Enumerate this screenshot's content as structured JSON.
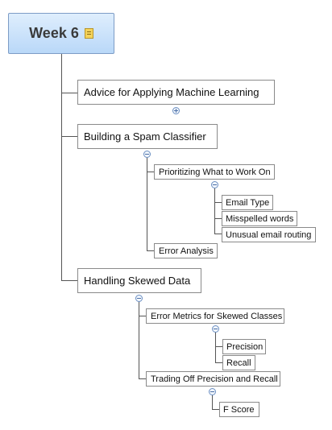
{
  "root": {
    "title": "Week 6",
    "icon": "note-icon"
  },
  "topics": [
    {
      "label": "Advice for Applying Machine Learning",
      "collapsed": true
    },
    {
      "label": "Building a Spam Classifier",
      "children": [
        {
          "label": "Prioritizing What to Work On",
          "children": [
            "Email Type",
            "Misspelled words",
            "Unusual email routing"
          ]
        },
        {
          "label": "Error Analysis"
        }
      ]
    },
    {
      "label": "Handling Skewed Data",
      "children": [
        {
          "label": "Error Metrics for Skewed Classes",
          "children": [
            "Precision",
            "Recall"
          ]
        },
        {
          "label": "Trading Off Precision and Recall",
          "children": [
            "F Score"
          ]
        }
      ]
    }
  ],
  "colors": {
    "connector": "#555555",
    "node_border": "#8a8a8a",
    "root_fill": "#c8e0fa"
  }
}
